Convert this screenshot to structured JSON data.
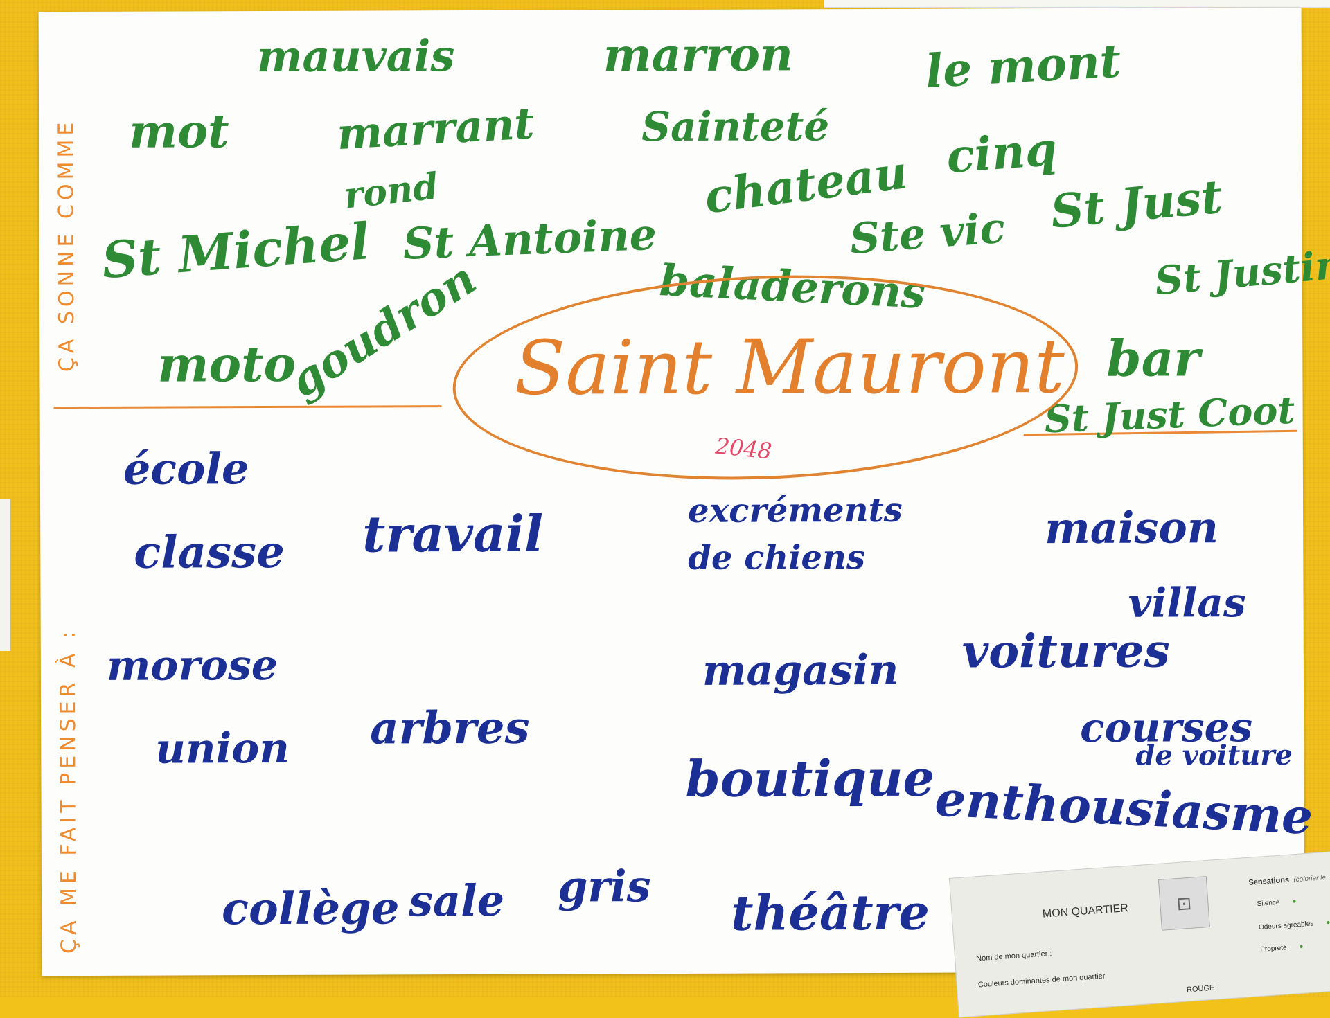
{
  "poster": {
    "title": "Saint Mauront",
    "year": "2048",
    "top_label": "ÇA SONNE COMME",
    "bottom_label": "ÇA ME FAIT PENSER À :",
    "sounds_like_words": [
      "mauvais",
      "marron",
      "le mont",
      "mot",
      "marrant",
      "Sainteté",
      "cinq",
      "rond",
      "chateau",
      "St Just",
      "St Michel",
      "St Antoine",
      "Ste vic",
      "St Justin",
      "baladerons",
      "moto",
      "goudron",
      "bar",
      "St Just Coot"
    ],
    "reminds_of_words": [
      "école",
      "classe",
      "travail",
      "excréments",
      "de chiens",
      "maison",
      "villas",
      "morose",
      "magasin",
      "voitures",
      "union",
      "arbres",
      "courses",
      "de voiture",
      "boutique",
      "enthousiasme",
      "collège",
      "sale",
      "gris",
      "théâtre"
    ]
  },
  "worksheet": {
    "title": "MON QUARTIER",
    "emblem_icon": "map-square-icon",
    "field_name": "Nom de mon quartier :",
    "field_colors": "Couleurs dominantes de mon quartier",
    "sensations_title": "Sensations",
    "sensations_note": "(colorier le",
    "rows": [
      "Silence",
      "Odeurs agréables",
      "Propreté"
    ],
    "rouge": "ROUGE"
  },
  "colors": {
    "wall": "#f1c01d",
    "paper": "#fdfdfb",
    "green_ink": "#2f8a35",
    "blue_ink": "#1c2f95",
    "orange_ink": "#e3802e",
    "pink_ink": "#e24a6a"
  }
}
